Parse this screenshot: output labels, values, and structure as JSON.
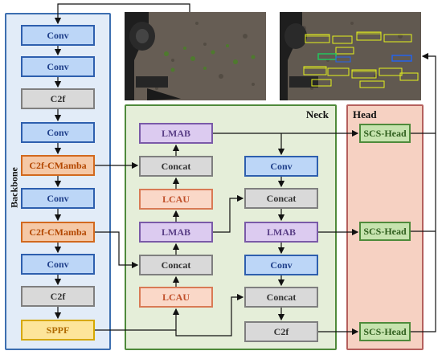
{
  "panels": {
    "backbone": "Backbone",
    "neck": "Neck",
    "head": "Head"
  },
  "backbone": [
    "Conv",
    "Conv",
    "C2f",
    "Conv",
    "C2f-CMamba",
    "Conv",
    "C2f-CMamba",
    "Conv",
    "C2f",
    "SPPF"
  ],
  "neck_left": [
    "LMAB",
    "Concat",
    "LCAU",
    "LMAB",
    "Concat",
    "LCAU"
  ],
  "neck_right": [
    "Conv",
    "Concat",
    "LMAB",
    "Conv",
    "Concat",
    "C2f"
  ],
  "heads": [
    "SCS-Head",
    "SCS-Head",
    "SCS-Head"
  ],
  "colors": {
    "backbone_panel": "#e2ecf8",
    "neck_panel": "#e5eed9",
    "head_panel": "#f6d1c2",
    "conv": "#bcd6f7",
    "c2f": "#d9d9d9",
    "cmamba": "#f5c8a6",
    "sppf": "#fde59a",
    "lmab": "#dccbf0",
    "lcau": "#fad8c8",
    "scs_head": "#c6e3ae"
  },
  "images": {
    "input": "field-photo-input",
    "output": "field-photo-detections"
  }
}
